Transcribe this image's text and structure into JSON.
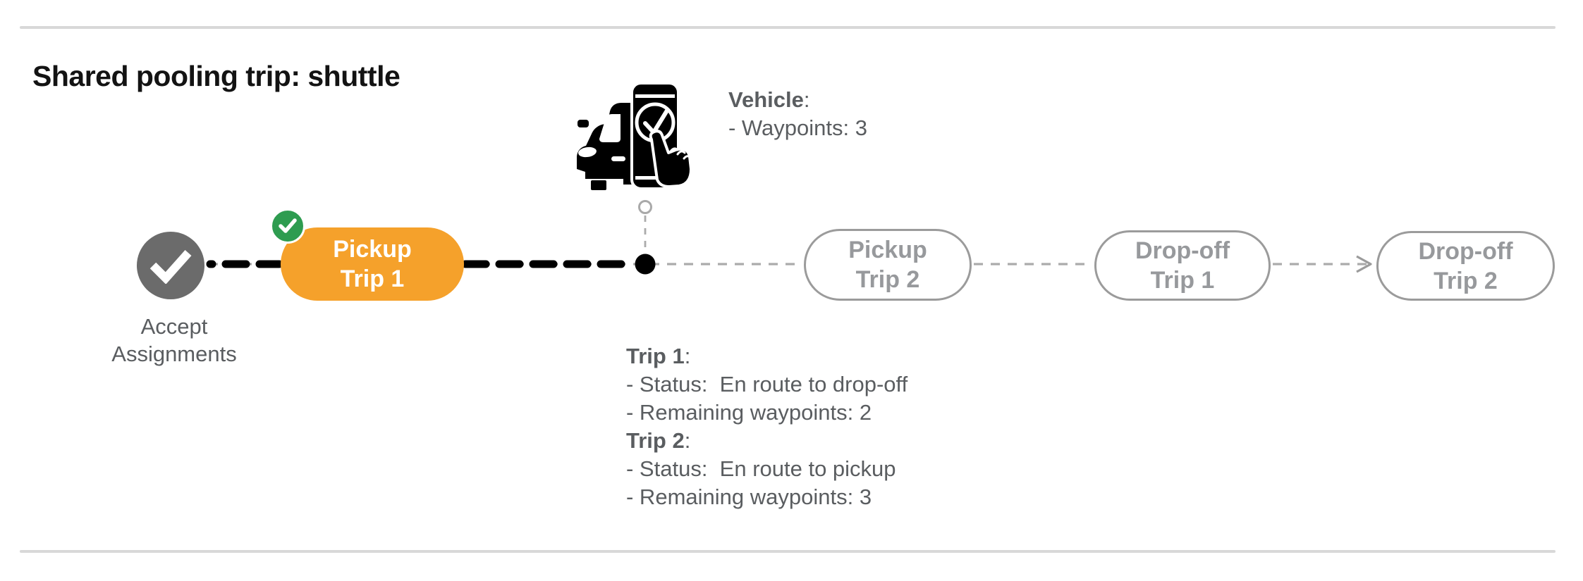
{
  "page": {
    "title": "Shared pooling trip: shuttle"
  },
  "timeline": {
    "accept": {
      "line1": "Accept",
      "line2": "Assignments"
    },
    "pickup_trip1": {
      "line1": "Pickup",
      "line2": "Trip 1"
    },
    "pickup_trip2": {
      "line1": "Pickup",
      "line2": "Trip 2"
    },
    "dropoff_trip1": {
      "line1": "Drop-off",
      "line2": "Trip 1"
    },
    "dropoff_trip2": {
      "line1": "Drop-off",
      "line2": "Trip 2"
    }
  },
  "vehicle_panel": {
    "label": "Vehicle",
    "colon": ":",
    "waypoints_line": "- Waypoints: 3"
  },
  "trip_panel": {
    "trip1_label": "Trip 1",
    "trip1_colon": ":",
    "trip1_status_line": "- Status:  En route to drop-off",
    "trip1_waypoints_line": "- Remaining waypoints: 2",
    "trip2_label": "Trip 2",
    "trip2_colon": ":",
    "trip2_status_line": "- Status:  En route to pickup",
    "trip2_waypoints_line": "- Remaining waypoints: 3"
  },
  "colors": {
    "active_orange": "#F5A12B",
    "success_green": "#2E9C50",
    "completed_gray": "#6B6B6B",
    "pending_outline": "#9B9B9B",
    "text_gray": "#5A5D60"
  }
}
